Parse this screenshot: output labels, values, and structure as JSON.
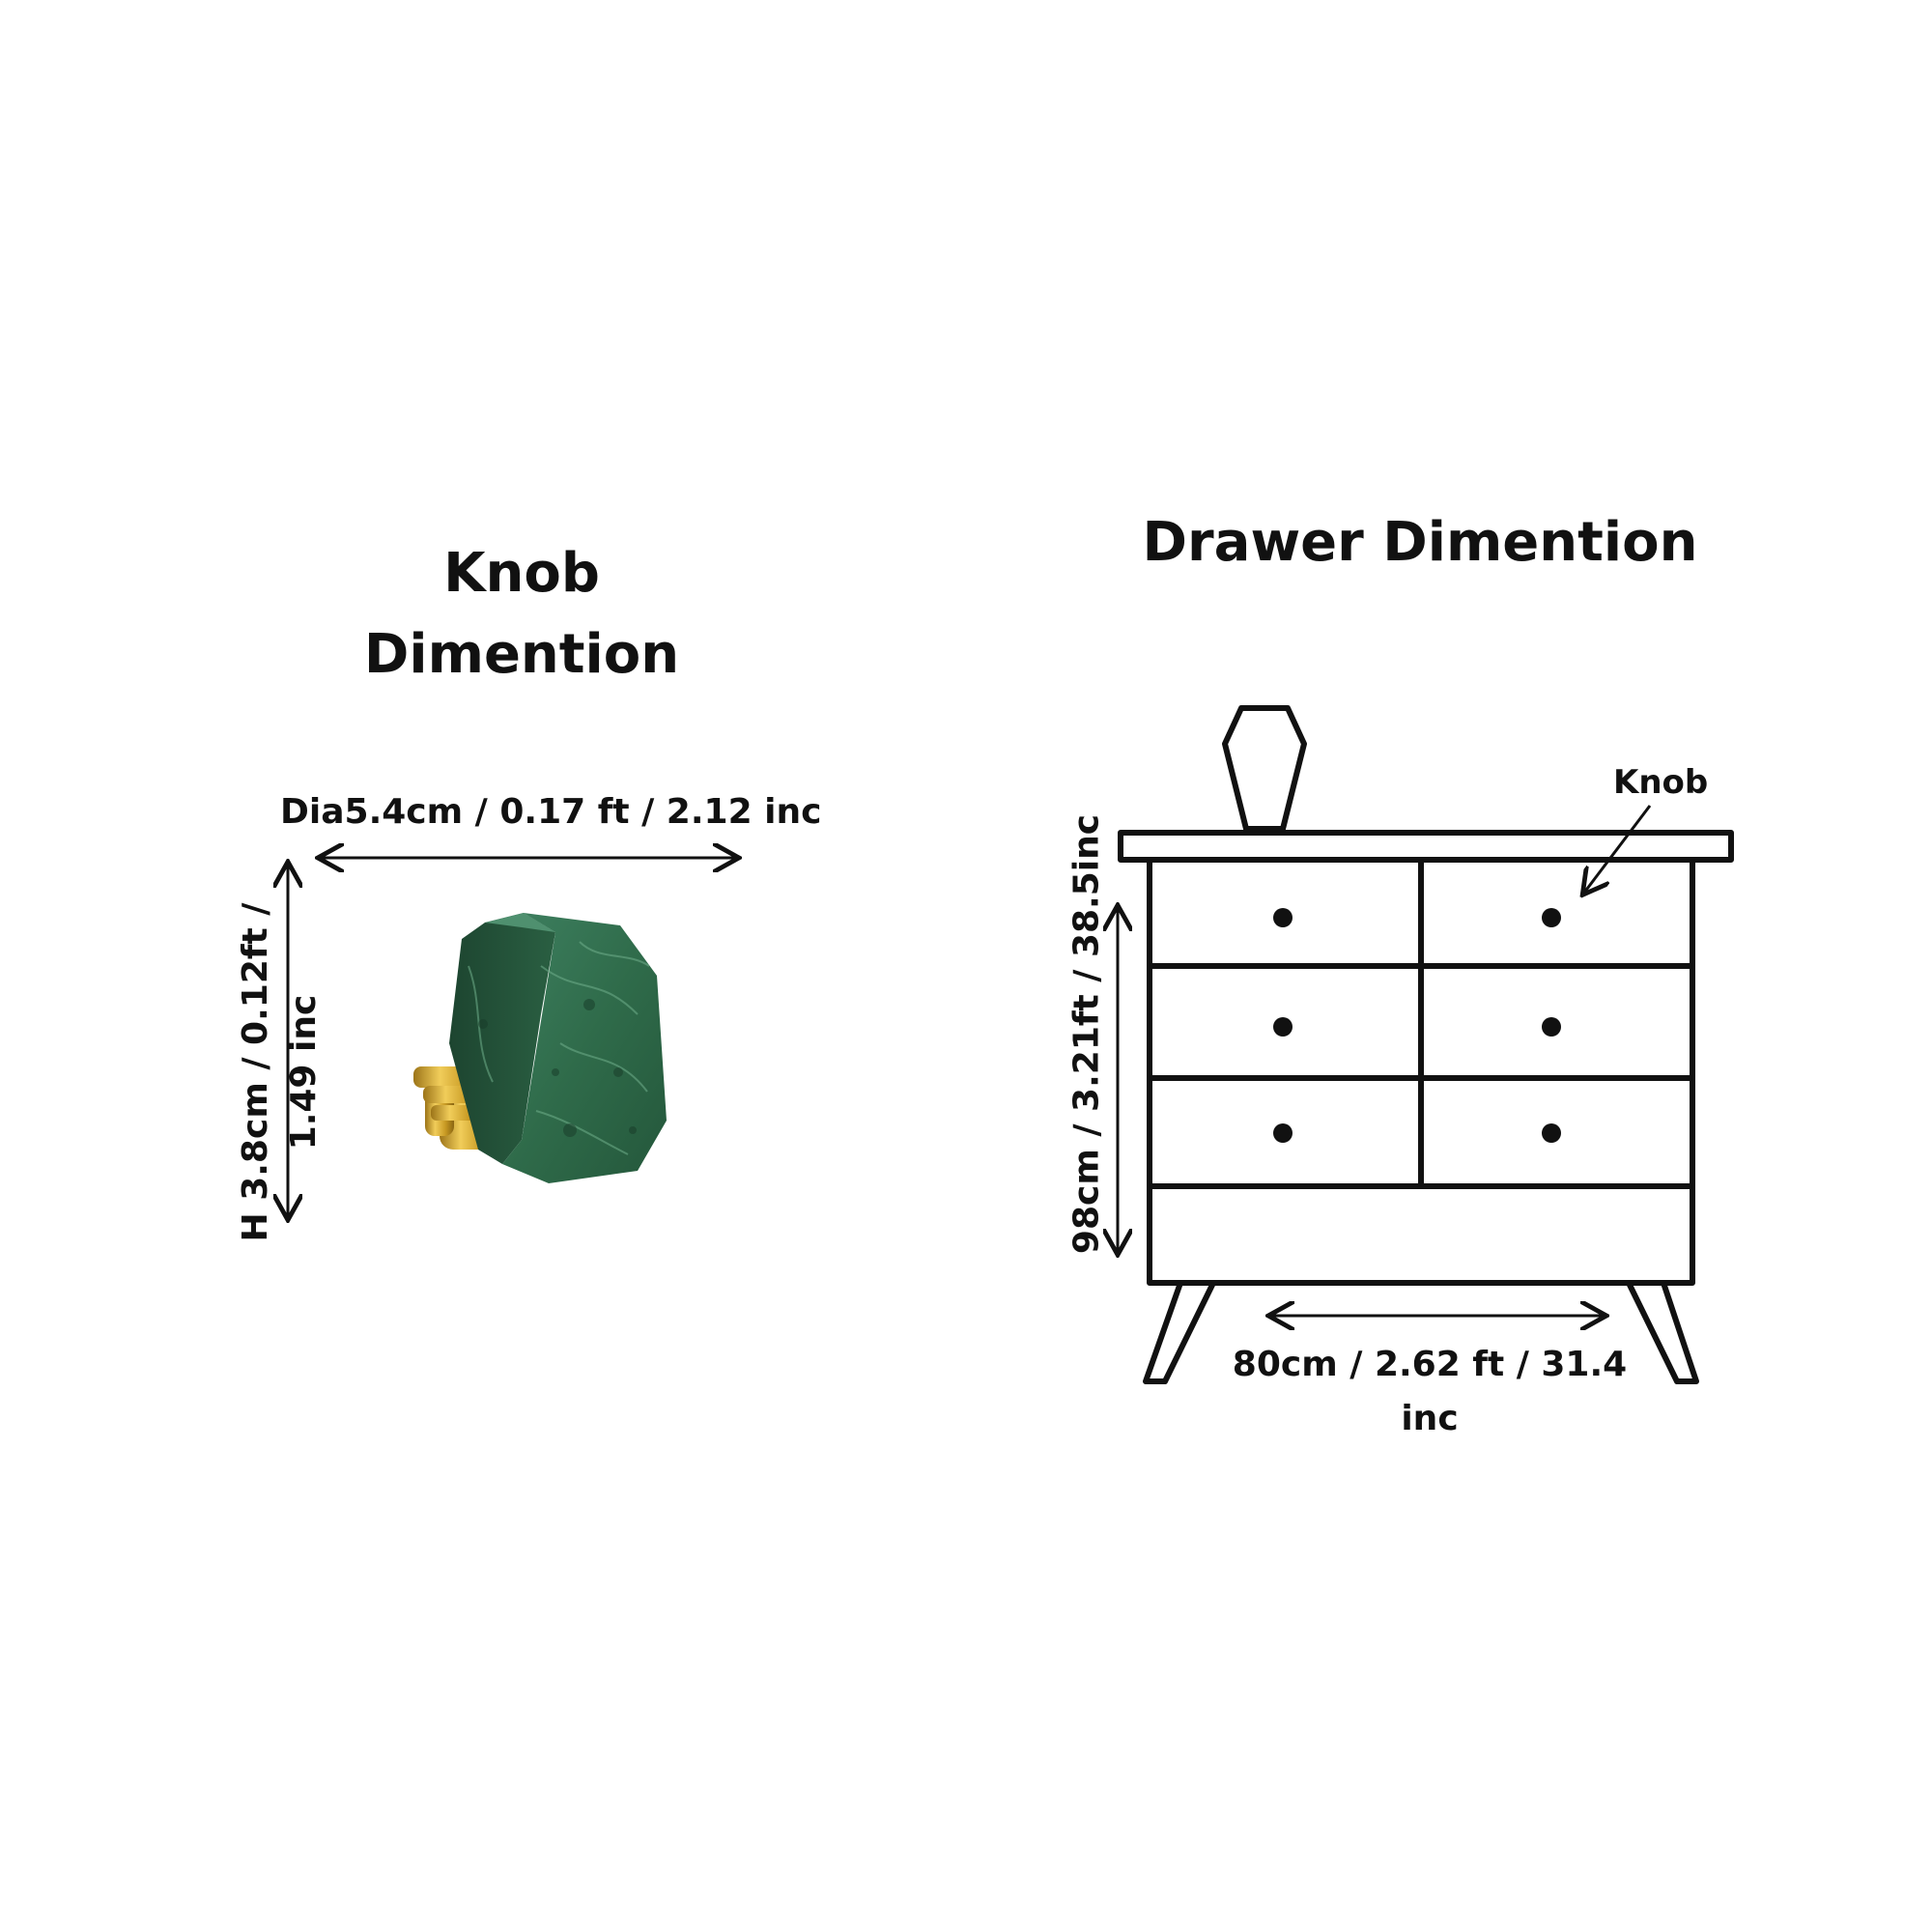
{
  "knob_section": {
    "title_line1": "Knob",
    "title_line2": "Dimention",
    "diameter_label": "Dia5.4cm / 0.17 ft / 2.12 inc",
    "height_label_line1": "H 3.8cm / 0.12ft /",
    "height_label_line2": "1.49 inc",
    "marble_color": "#2f6b4a",
    "brass_color": "#d4a52a"
  },
  "drawer_section": {
    "title": "Drawer Dimention",
    "knob_callout": "Knob",
    "height_label": "98cm / 3.21ft / 38.5inc",
    "width_label_line1": "80cm / 2.62 ft / 31.4",
    "width_label_line2": "inc"
  },
  "colors": {
    "ink": "#111111",
    "background": "#ffffff"
  }
}
